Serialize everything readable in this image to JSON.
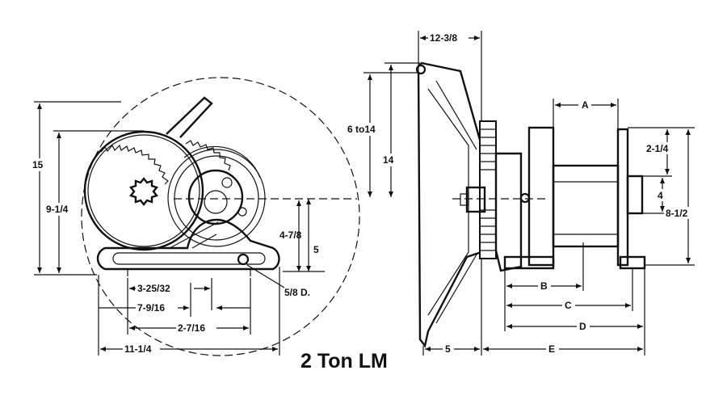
{
  "caption": "2 Ton LM",
  "dimensions": {
    "overall_height": "15",
    "height_9_1_4": "9-1/4",
    "height_4_7_8": "4-7/8",
    "height_5": "5",
    "bolt_5_8": "5/8 D.",
    "base_3_25_32": "3-25/32",
    "base_7_9_16": "7-9/16",
    "base_2_7_16": "2-7/16",
    "base_11_1_4": "11-1/4",
    "top_12_3_8": "12-3/8",
    "range_6_to_14": "6 to14",
    "height_14": "14",
    "a": "A",
    "b": "B",
    "c": "C",
    "d": "D",
    "e": "E",
    "side_5": "5",
    "side_2_1_4": "2-1/4",
    "side_4": "4",
    "side_8_1_2": "8-1/2"
  }
}
